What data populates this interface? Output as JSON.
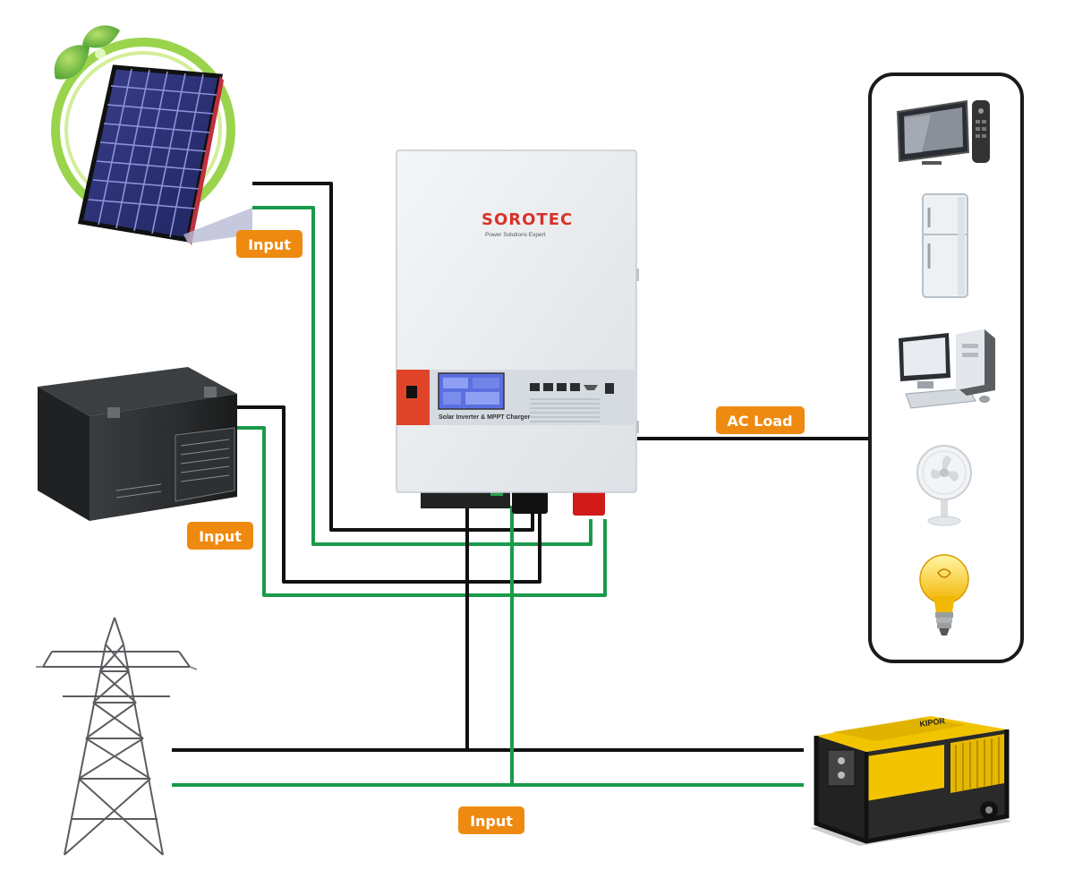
{
  "labels": {
    "solar_input": "Input",
    "battery_input": "Input",
    "grid_input": "Input",
    "ac_load": "AC Load"
  },
  "inverter": {
    "brand": "SOROTEC",
    "tagline": "Power Solutions Expert",
    "model": "Solar Inverter & MPPT Charger"
  },
  "generator": {
    "brand": "KIPOR"
  },
  "colors": {
    "wire_black": "#111111",
    "wire_green": "#1a9a4a",
    "tag_orange": "#ee8a10",
    "tag_text": "#ffffff",
    "inverter_body": "#eaedf0",
    "inverter_accent": "#e0452a",
    "lcd_blue": "#5a6fe0",
    "load_frame": "#1a1a1a"
  },
  "icons": {
    "solar": "solar-panel-icon",
    "battery": "battery-icon",
    "grid": "power-tower-icon",
    "generator": "generator-icon",
    "loads": [
      "tv-icon",
      "fridge-icon",
      "computer-icon",
      "fan-icon",
      "light-bulb-icon"
    ]
  }
}
